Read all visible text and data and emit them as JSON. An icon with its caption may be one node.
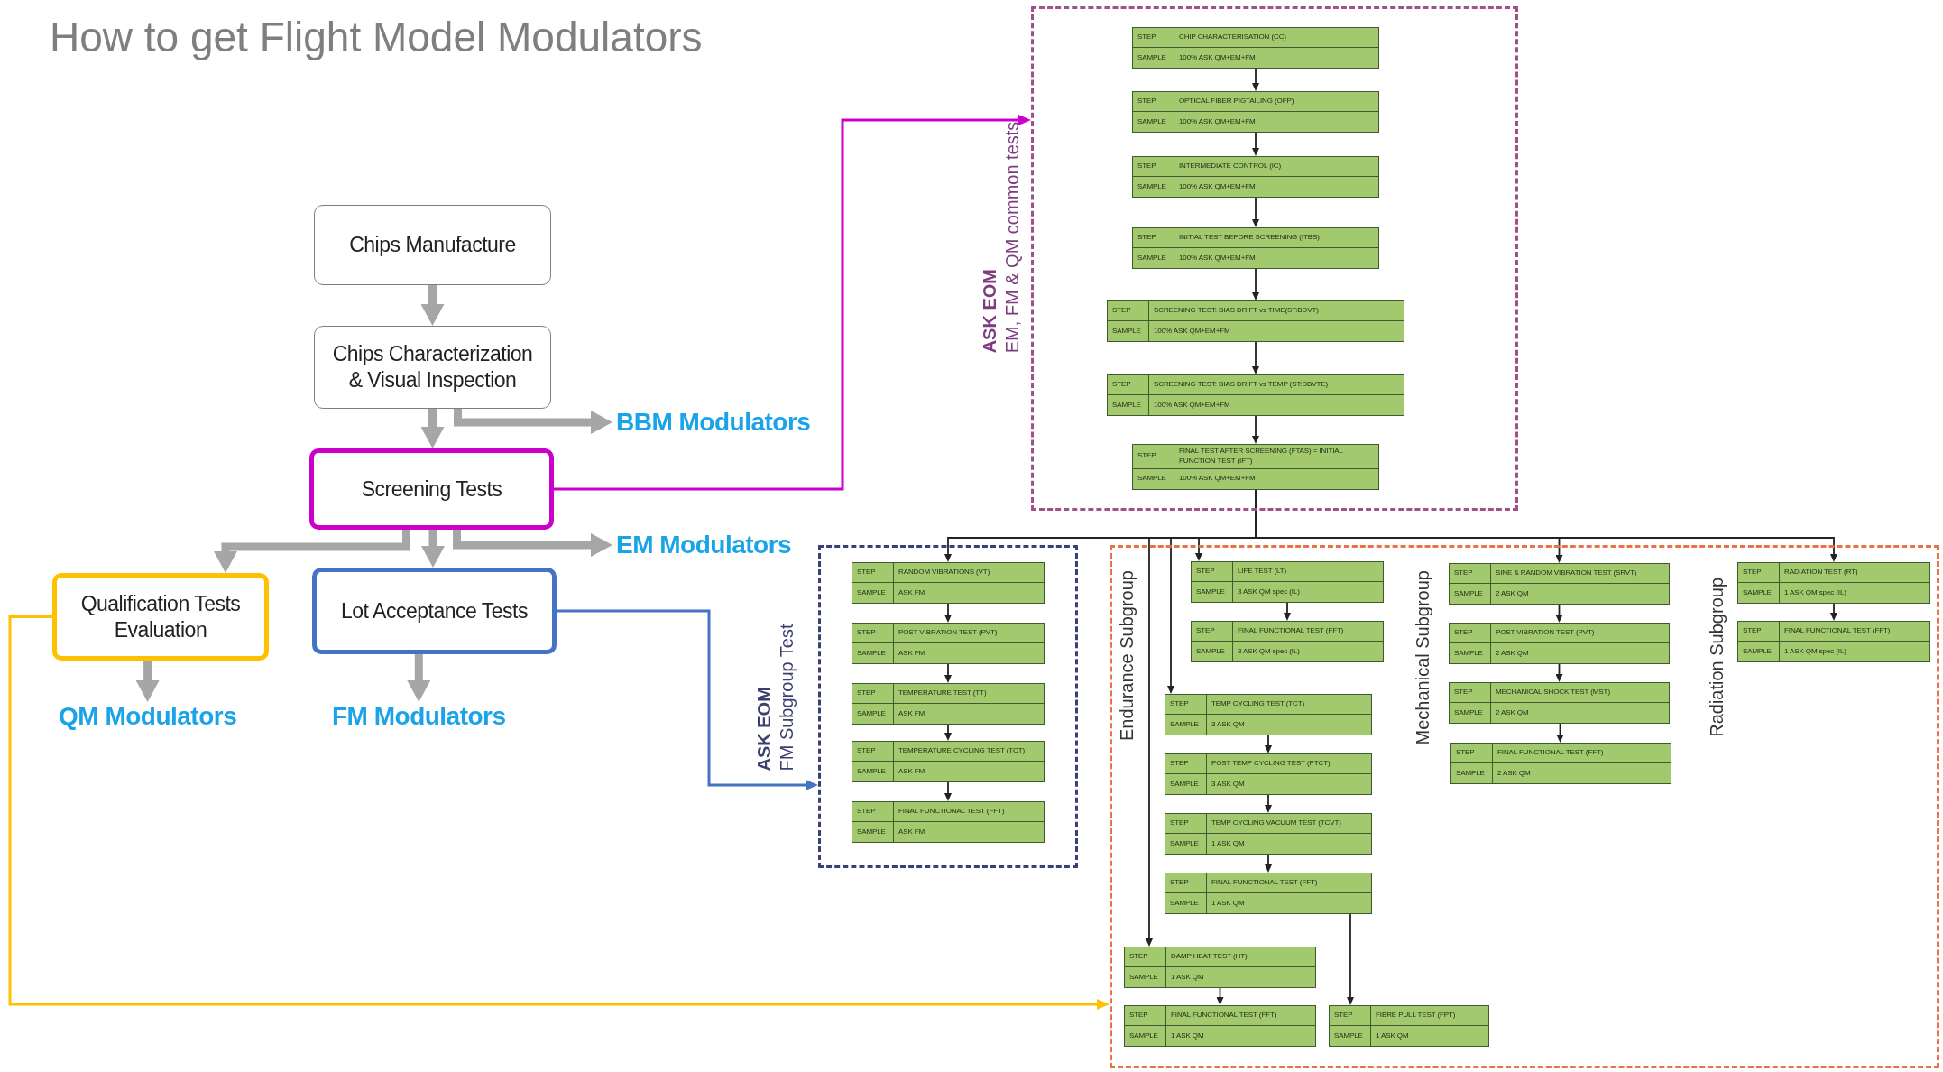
{
  "diagram": {
    "title": "How to get Flight Model Modulators",
    "nodes": [
      {
        "text": [
          "Chips Manufacture"
        ]
      },
      {
        "text": [
          "Chips Characterization & Visual Inspection"
        ]
      },
      {
        "text": [
          "BBM Modulators"
        ]
      },
      {
        "text": [
          "Screening Tests"
        ]
      },
      {
        "text": [
          "EM Modulators"
        ]
      },
      {
        "text": [
          "Qualification Tests Evaluation"
        ]
      },
      {
        "text": [
          "Lot Acceptance Tests"
        ]
      },
      {
        "text": [
          "QM Modulators"
        ]
      },
      {
        "text": [
          "FM Modulators"
        ]
      },
      {
        "text": [
          "ASK EOM",
          "EM, FM & QM common tests"
        ]
      },
      {
        "text": [
          "STEP",
          "CHIP CHARACTERISATION (CC)",
          "SAMPLE",
          "100% ASK QM+EM+FM"
        ],
        "in": 9
      },
      {
        "text": [
          "STEP",
          "OPTICAL FIBER PIGTAILING (OFP)",
          "SAMPLE",
          "100% ASK QM+EM+FM"
        ],
        "in": 9
      },
      {
        "text": [
          "STEP",
          "INTERMEDIATE CONTROL (IC)",
          "SAMPLE",
          "100% ASK QM+EM+FM"
        ],
        "in": 9
      },
      {
        "text": [
          "STEP",
          "INITIAL TEST BEFORE SCREENING (ITBS)",
          "SAMPLE",
          "100% ASK QM+EM+FM"
        ],
        "in": 9
      },
      {
        "text": [
          "STEP",
          "SCREENING TEST: BIAS DRIFT vs TIME(ST:BDVT)",
          "SAMPLE",
          "100% ASK QM+EM+FM"
        ],
        "in": 9
      },
      {
        "text": [
          "STEP",
          "SCREENING TEST: BIAS DRIFT vs TEMP (ST:DBVTE)",
          "SAMPLE",
          "100% ASK QM+EM+FM"
        ],
        "in": 9
      },
      {
        "text": [
          "STEP",
          "FINAL TEST AFTER SCREENING (FTAS) = INITIAL FUNCTION TEST (IFT)",
          "SAMPLE",
          "100% ASK QM+EM+FM"
        ],
        "in": 9
      },
      {
        "text": [
          "ASK EOM",
          "FM Subgroup Test"
        ]
      },
      {
        "text": [
          "STEP",
          "RANDOM VIBRATIONS (VT)",
          "SAMPLE",
          "ASK FM"
        ],
        "in": 17
      },
      {
        "text": [
          "STEP",
          "POST VIBRATION TEST (PVT)",
          "SAMPLE",
          "ASK FM"
        ],
        "in": 17
      },
      {
        "text": [
          "STEP",
          "TEMPERATURE TEST (TT)",
          "SAMPLE",
          "ASK FM"
        ],
        "in": 17
      },
      {
        "text": [
          "STEP",
          "TEMPERATURE CYCLING TEST (TCT)",
          "SAMPLE",
          "ASK FM"
        ],
        "in": 17
      },
      {
        "text": [
          "STEP",
          "FINAL FUNCTIONAL TEST (FFT)",
          "SAMPLE",
          "ASK FM"
        ],
        "in": 17
      },
      {
        "text": [],
        "shape": "box"
      },
      {
        "text": [
          "STEP",
          "LIFE TEST (LT)",
          "SAMPLE",
          "3 ASK QM spec (IL)"
        ],
        "in": 23
      },
      {
        "text": [
          "STEP",
          "FINAL FUNCTIONAL TEST (FFT)",
          "SAMPLE",
          "3 ASK QM spec (IL)"
        ],
        "in": 23
      },
      {
        "text": [
          "STEP",
          "TEMP CYCLING TEST (TCT)",
          "SAMPLE",
          "3 ASK QM"
        ],
        "in": 23
      },
      {
        "text": [
          "STEP",
          "POST TEMP CYCLING TEST (PTCT)",
          "SAMPLE",
          "3 ASK QM"
        ],
        "in": 23
      },
      {
        "text": [
          "STEP",
          "TEMP CYCLING VACUUM TEST (TCVT)",
          "SAMPLE",
          "1 ASK QM"
        ],
        "in": 23
      },
      {
        "text": [
          "STEP",
          "FINAL FUNCTIONAL TEST (FFT)",
          "SAMPLE",
          "1 ASK QM"
        ],
        "in": 23
      },
      {
        "text": [
          "STEP",
          "DAMP HEAT TEST (HT)",
          "SAMPLE",
          "1 ASK QM"
        ],
        "in": 23
      },
      {
        "text": [
          "STEP",
          "FINAL FUNCTIONAL TEST (FFT)",
          "SAMPLE",
          "1 ASK QM"
        ],
        "in": 23
      },
      {
        "text": [
          "STEP",
          "FIBRE PULL TEST (FPT)",
          "SAMPLE",
          "1 ASK QM"
        ],
        "in": 23
      },
      {
        "text": [
          "STEP",
          "SINE & RANDOM VIBRATION TEST (SRVT)",
          "SAMPLE",
          "2 ASK QM"
        ],
        "in": 23
      },
      {
        "text": [
          "STEP",
          "POST VIBRATION TEST (PVT)",
          "SAMPLE",
          "2 ASK QM"
        ],
        "in": 23
      },
      {
        "text": [
          "STEP",
          "MECHANICAL SHOCK TEST (MST)",
          "SAMPLE",
          "2 ASK QM"
        ],
        "in": 23
      },
      {
        "text": [
          "STEP",
          "FINAL FUNCTIONAL TEST (FFT)",
          "SAMPLE",
          "2 ASK QM"
        ],
        "in": 23
      },
      {
        "text": [
          "STEP",
          "RADIATION TEST (RT)",
          "SAMPLE",
          "1 ASK QM spec (IL)"
        ],
        "in": 23
      },
      {
        "text": [
          "STEP",
          "FINAL FUNCTIONAL TEST (FFT)",
          "SAMPLE",
          "1 ASK QM spec (IL)"
        ],
        "in": 23
      }
    ],
    "edges": [
      {
        "from": 0,
        "to": 1,
        "arrow": "to",
        "style": "thick",
        "color": "#a6a6a6"
      },
      {
        "from": 1,
        "to": 3,
        "arrow": "to",
        "style": "thick",
        "color": "#a6a6a6"
      },
      {
        "from": 1,
        "to": 2,
        "arrow": "to",
        "style": "thick",
        "color": "#a6a6a6"
      },
      {
        "from": 3,
        "to": 4,
        "arrow": "to",
        "style": "thick",
        "color": "#a6a6a6"
      },
      {
        "from": 3,
        "to": 5,
        "arrow": "to",
        "style": "thick",
        "color": "#a6a6a6"
      },
      {
        "from": 3,
        "to": 6,
        "arrow": "to",
        "style": "thick",
        "color": "#a6a6a6"
      },
      {
        "from": 5,
        "to": 7,
        "arrow": "to",
        "style": "thick",
        "color": "#a6a6a6"
      },
      {
        "from": 6,
        "to": 8,
        "arrow": "to",
        "style": "thick",
        "color": "#a6a6a6"
      },
      {
        "from": 3,
        "to": 9,
        "arrow": "to",
        "color": "#cc00cc"
      },
      {
        "from": 6,
        "to": 17,
        "arrow": "to",
        "color": "#4472c4"
      },
      {
        "from": 5,
        "to": 23,
        "arrow": "to",
        "color": "#ffc000"
      },
      {
        "from": 10,
        "to": 11,
        "arrow": "to"
      },
      {
        "from": 11,
        "to": 12,
        "arrow": "to"
      },
      {
        "from": 12,
        "to": 13,
        "arrow": "to"
      },
      {
        "from": 13,
        "to": 14,
        "arrow": "to"
      },
      {
        "from": 14,
        "to": 15,
        "arrow": "to"
      },
      {
        "from": 15,
        "to": 16,
        "arrow": "to"
      },
      {
        "from": 16,
        "to": 18,
        "arrow": "to"
      },
      {
        "from": 16,
        "to": 24,
        "arrow": "to"
      },
      {
        "from": 16,
        "to": 26,
        "arrow": "to"
      },
      {
        "from": 16,
        "to": 30,
        "arrow": "to"
      },
      {
        "from": 16,
        "to": 33,
        "arrow": "to"
      },
      {
        "from": 16,
        "to": 37,
        "arrow": "to"
      },
      {
        "from": 18,
        "to": 19,
        "arrow": "to"
      },
      {
        "from": 19,
        "to": 20,
        "arrow": "to"
      },
      {
        "from": 20,
        "to": 21,
        "arrow": "to"
      },
      {
        "from": 21,
        "to": 22,
        "arrow": "to"
      },
      {
        "from": 24,
        "to": 25,
        "arrow": "to"
      },
      {
        "from": 26,
        "to": 27,
        "arrow": "to"
      },
      {
        "from": 27,
        "to": 28,
        "arrow": "to"
      },
      {
        "from": 28,
        "to": 29,
        "arrow": "to"
      },
      {
        "from": 29,
        "to": 32,
        "arrow": "to"
      },
      {
        "from": 30,
        "to": 31,
        "arrow": "to"
      },
      {
        "from": 33,
        "to": 34,
        "arrow": "to"
      },
      {
        "from": 34,
        "to": 35,
        "arrow": "to"
      },
      {
        "from": 35,
        "to": 36,
        "arrow": "to"
      },
      {
        "from": 37,
        "to": 38,
        "arrow": "to"
      }
    ],
    "labels": [
      "Endurance Subgroup",
      "Mechanical Subgroup",
      "Radiation Subgroup"
    ]
  }
}
